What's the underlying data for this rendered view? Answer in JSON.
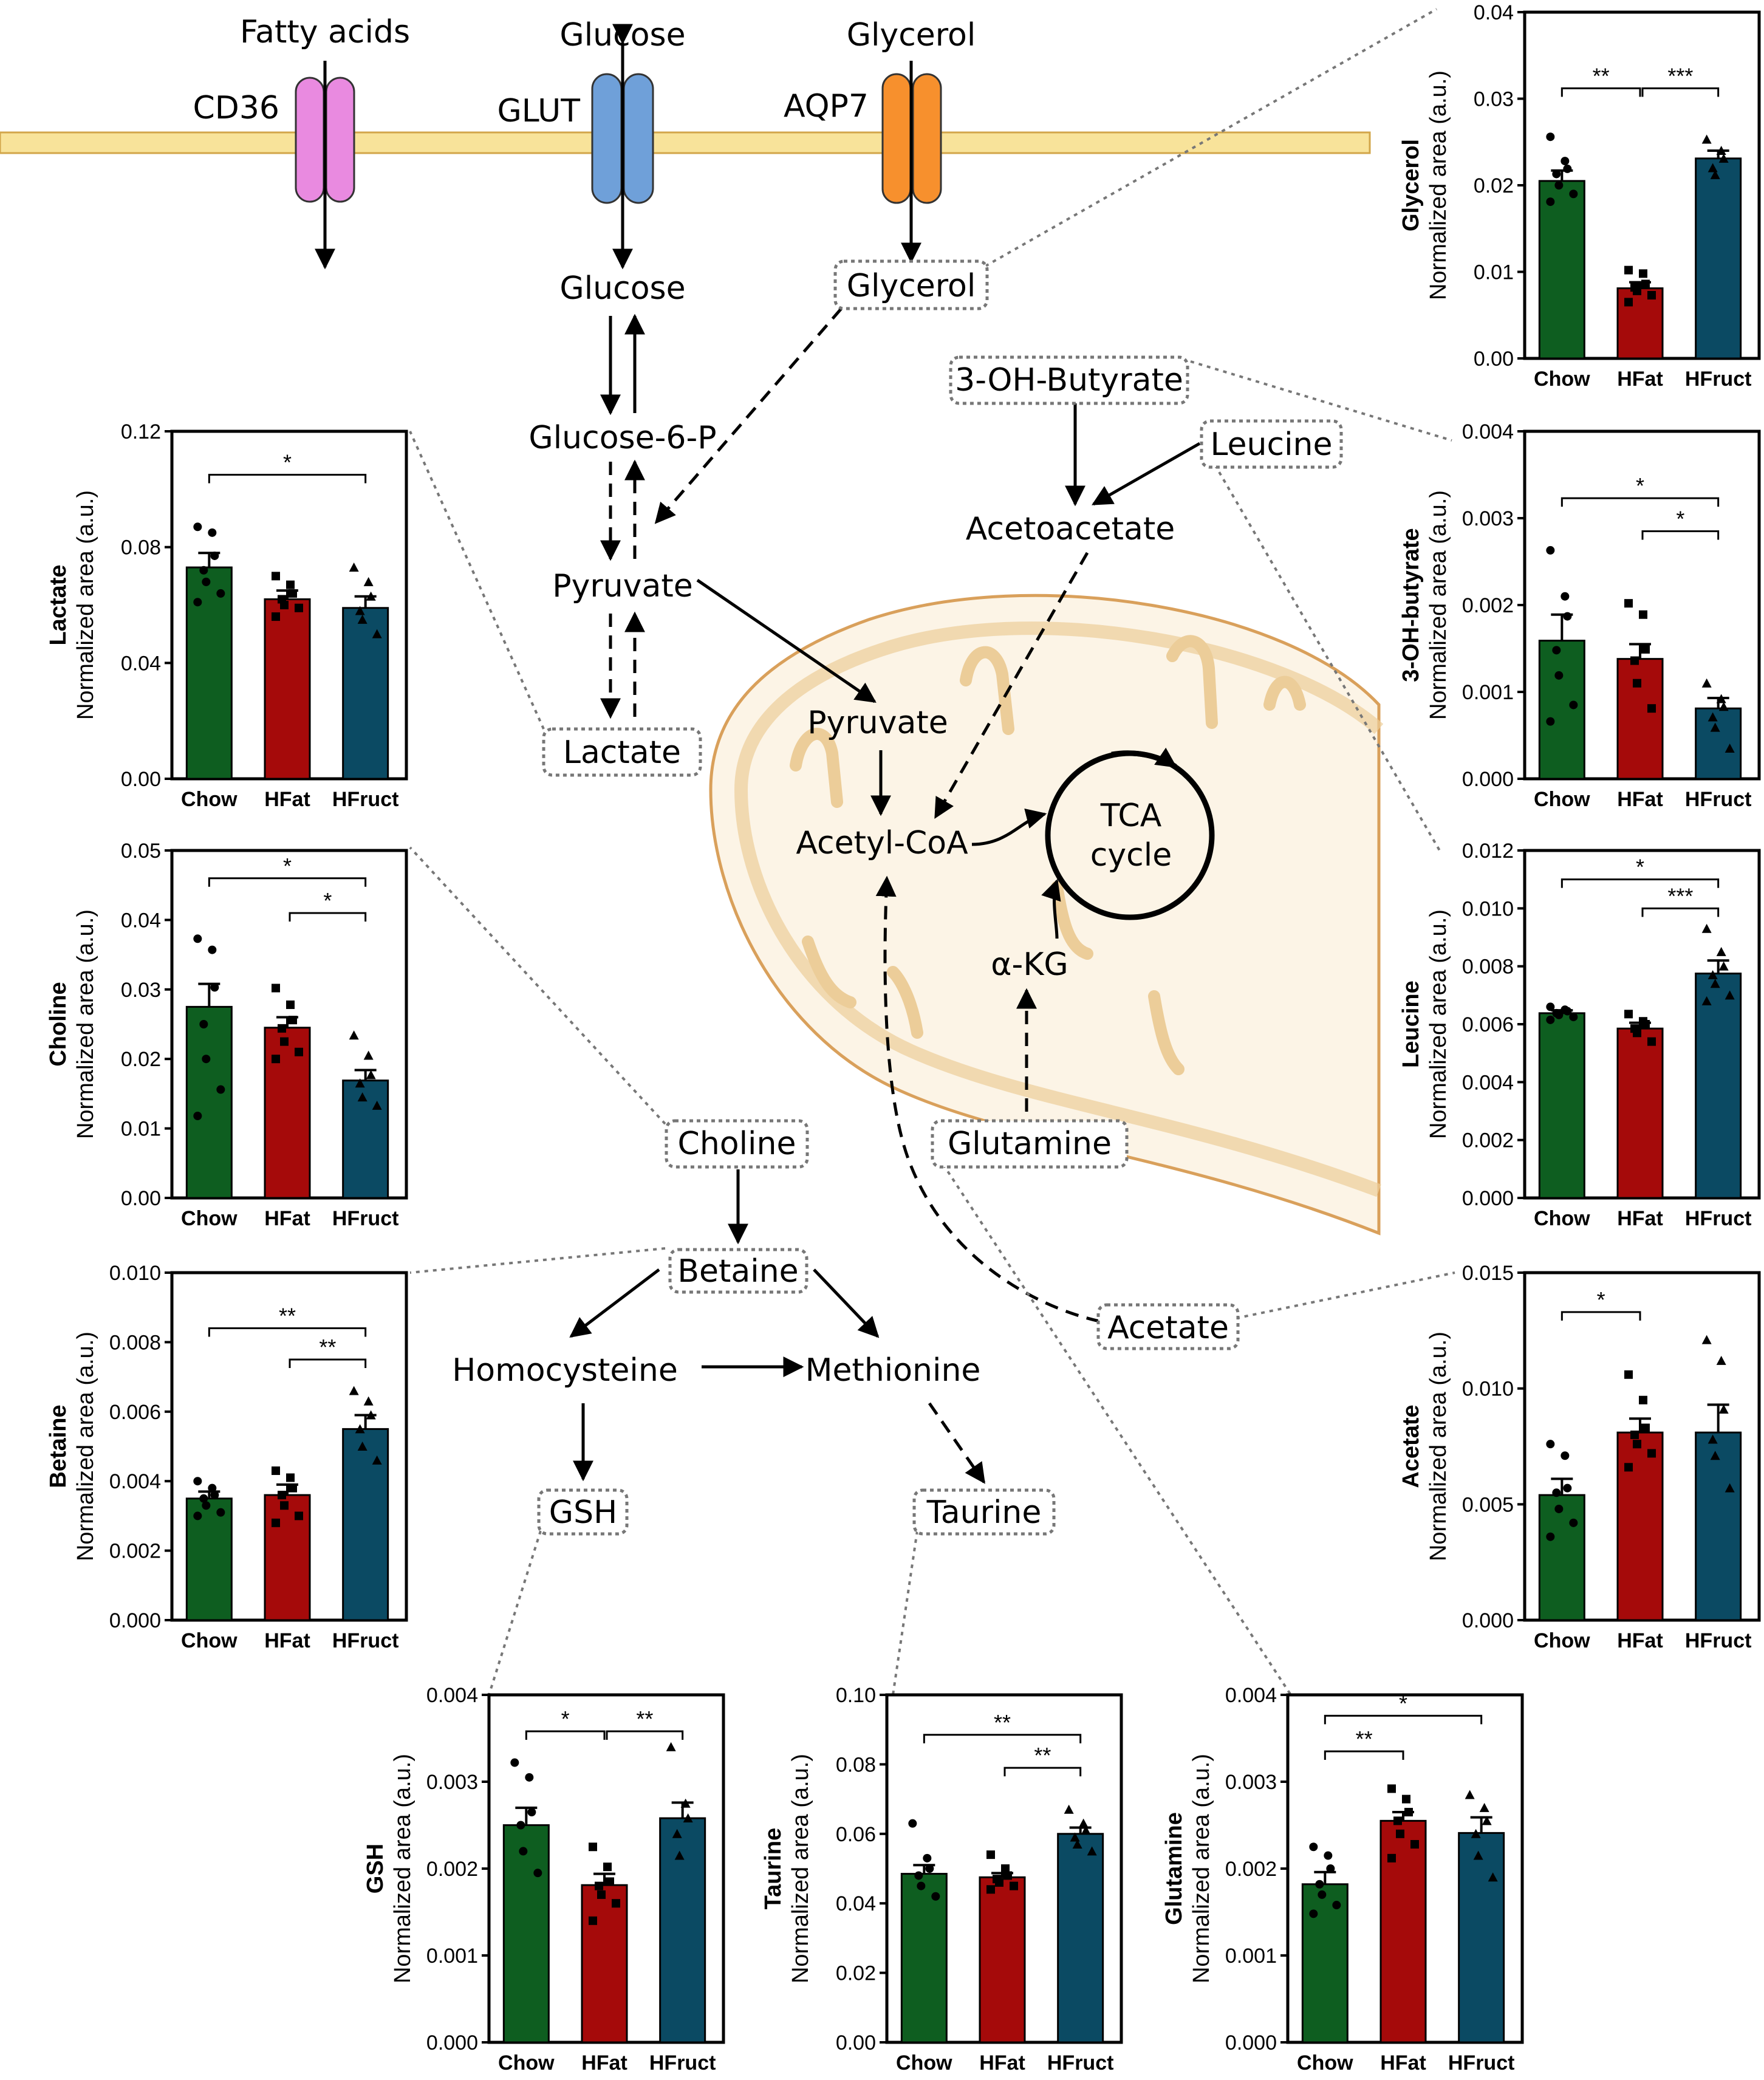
{
  "colors": {
    "chow": "#0e5e20",
    "hfat": "#a50a0a",
    "hfruct": "#0b4a63",
    "membrane": "#f8e39a",
    "cd36": "#e98ae0",
    "glut": "#6fa0d9",
    "aqp7": "#f7902d",
    "mito_fill": "#fcf4e6",
    "mito_edge": "#d9a05b",
    "mito_inner": "#f4d9ab"
  },
  "pathway": {
    "fatty_acids": "Fatty acids",
    "glucose_out": "Glucose",
    "glycerol_out": "Glycerol",
    "cd36": "CD36",
    "glut": "GLUT",
    "aqp7": "AQP7",
    "glucose_in": "Glucose",
    "glycerol_in": "Glycerol",
    "g6p": "Glucose-6-P",
    "pyruvate": "Pyruvate",
    "lactate": "Lactate",
    "ohbutyrate": "3-OH-Butyrate",
    "leucine": "Leucine",
    "acetoacetate": "Acetoacetate",
    "pyruvate_mito": "Pyruvate",
    "acetyl_coa": "Acetyl-CoA",
    "tca_1": "TCA",
    "tca_2": "cycle",
    "akg": "α-KG",
    "glutamine": "Glutamine",
    "choline": "Choline",
    "betaine": "Betaine",
    "homocysteine": "Homocysteine",
    "methionine": "Methionine",
    "acetate": "Acetate",
    "gsh": "GSH",
    "taurine": "Taurine"
  },
  "chart_data": [
    {
      "id": "glycerol",
      "type": "bar",
      "ylabel_bold": "Glycerol",
      "ylabel": "Normalized area (a.u.)",
      "categories": [
        "Chow",
        "HFat",
        "HFruct"
      ],
      "ylim": [
        0,
        0.04
      ],
      "ticks": [
        "0.00",
        "0.01",
        "0.02",
        "0.03",
        "0.04"
      ],
      "values": [
        0.0205,
        0.0081,
        0.0231
      ],
      "errors": [
        0.0012,
        0.0007,
        0.0009
      ],
      "points": [
        [
          0.0256,
          0.0228,
          0.0219,
          0.0213,
          0.02,
          0.019,
          0.0181
        ],
        [
          0.0102,
          0.0098,
          0.0086,
          0.0082,
          0.0078,
          0.0073,
          0.0065
        ],
        [
          0.0253,
          0.024,
          0.0231,
          0.022,
          0.0212
        ]
      ],
      "sig": [
        {
          "a": 0,
          "b": 1,
          "label": "**",
          "level": 0.0312
        },
        {
          "a": 1,
          "b": 2,
          "label": "***",
          "level": 0.0312
        }
      ]
    },
    {
      "id": "lactate",
      "type": "bar",
      "ylabel_bold": "Lactate",
      "ylabel": "Normalized area (a.u.)",
      "categories": [
        "Chow",
        "HFat",
        "HFruct"
      ],
      "ylim": [
        0,
        0.12
      ],
      "ticks": [
        "0.00",
        "0.04",
        "0.08",
        "0.12"
      ],
      "values": [
        0.073,
        0.062,
        0.059
      ],
      "errors": [
        0.005,
        0.003,
        0.004
      ],
      "points": [
        [
          0.087,
          0.085,
          0.077,
          0.072,
          0.068,
          0.064,
          0.061
        ],
        [
          0.07,
          0.067,
          0.064,
          0.062,
          0.06,
          0.059,
          0.056
        ],
        [
          0.073,
          0.068,
          0.063,
          0.058,
          0.055,
          0.05
        ]
      ],
      "sig": [
        {
          "a": 0,
          "b": 2,
          "label": "*",
          "level": 0.105
        }
      ]
    },
    {
      "id": "ohbutyrate",
      "type": "bar",
      "ylabel_bold": "3-OH-butyrate",
      "ylabel": "Normalized area (a.u.)",
      "categories": [
        "Chow",
        "HFat",
        "HFruct"
      ],
      "ylim": [
        0,
        0.004
      ],
      "ticks": [
        "0.000",
        "0.001",
        "0.002",
        "0.003",
        "0.004"
      ],
      "values": [
        0.00159,
        0.00138,
        0.00081
      ],
      "errors": [
        0.0003,
        0.00017,
        0.00012
      ],
      "points": [
        [
          0.00263,
          0.0021,
          0.00187,
          0.00148,
          0.00119,
          0.00085,
          0.00066
        ],
        [
          0.00202,
          0.00189,
          0.00149,
          0.00136,
          0.0011,
          0.00081
        ],
        [
          0.0011,
          0.00092,
          0.00083,
          0.00071,
          0.00059,
          0.00035
        ]
      ],
      "sig": [
        {
          "a": 0,
          "b": 2,
          "label": "*",
          "level": 0.00323
        },
        {
          "a": 1,
          "b": 2,
          "label": "*",
          "level": 0.00285
        }
      ]
    },
    {
      "id": "choline",
      "type": "bar",
      "ylabel_bold": "Choline",
      "ylabel": "Normalized area (a.u.)",
      "categories": [
        "Chow",
        "HFat",
        "HFruct"
      ],
      "ylim": [
        0,
        0.05
      ],
      "ticks": [
        "0.00",
        "0.01",
        "0.02",
        "0.03",
        "0.04",
        "0.05"
      ],
      "values": [
        0.0275,
        0.0245,
        0.0169
      ],
      "errors": [
        0.0033,
        0.0015,
        0.0015
      ],
      "points": [
        [
          0.0373,
          0.0357,
          0.0303,
          0.025,
          0.02,
          0.0156,
          0.0118
        ],
        [
          0.0302,
          0.0278,
          0.0256,
          0.0244,
          0.0225,
          0.021,
          0.02
        ],
        [
          0.0234,
          0.0205,
          0.0177,
          0.0165,
          0.0145,
          0.0133
        ]
      ],
      "sig": [
        {
          "a": 0,
          "b": 2,
          "label": "*",
          "level": 0.046
        },
        {
          "a": 1,
          "b": 2,
          "label": "*",
          "level": 0.041
        }
      ]
    },
    {
      "id": "leucine",
      "type": "bar",
      "ylabel_bold": "Leucine",
      "ylabel": "Normalized area (a.u.)",
      "categories": [
        "Chow",
        "HFat",
        "HFruct"
      ],
      "ylim": [
        0,
        0.012
      ],
      "ticks": [
        "0.000",
        "0.002",
        "0.004",
        "0.006",
        "0.008",
        "0.010",
        "0.012"
      ],
      "values": [
        0.00638,
        0.00585,
        0.00775
      ],
      "errors": [
        0.0001,
        0.0002,
        0.00045
      ],
      "points": [
        [
          0.0066,
          0.0065,
          0.00645,
          0.00638,
          0.00632,
          0.00625,
          0.00615
        ],
        [
          0.00635,
          0.0061,
          0.006,
          0.00585,
          0.0057,
          0.0054
        ],
        [
          0.0093,
          0.0085,
          0.008,
          0.0077,
          0.0074,
          0.007,
          0.0068
        ]
      ],
      "sig": [
        {
          "a": 0,
          "b": 2,
          "label": "*",
          "level": 0.011
        },
        {
          "a": 1,
          "b": 2,
          "label": "***",
          "level": 0.01
        }
      ]
    },
    {
      "id": "betaine",
      "type": "bar",
      "ylabel_bold": "Betaine",
      "ylabel": "Normalized area (a.u.)",
      "categories": [
        "Chow",
        "HFat",
        "HFruct"
      ],
      "ylim": [
        0,
        0.01
      ],
      "ticks": [
        "0.000",
        "0.002",
        "0.004",
        "0.006",
        "0.008",
        "0.010"
      ],
      "values": [
        0.0035,
        0.0036,
        0.0055
      ],
      "errors": [
        0.0002,
        0.0003,
        0.0004
      ],
      "points": [
        [
          0.004,
          0.0038,
          0.0036,
          0.0035,
          0.0033,
          0.0031,
          0.003
        ],
        [
          0.0043,
          0.0041,
          0.0038,
          0.0036,
          0.0033,
          0.003,
          0.0028
        ],
        [
          0.0066,
          0.0063,
          0.0059,
          0.0055,
          0.005,
          0.0046
        ]
      ],
      "sig": [
        {
          "a": 0,
          "b": 2,
          "label": "**",
          "level": 0.0084
        },
        {
          "a": 1,
          "b": 2,
          "label": "**",
          "level": 0.0075
        }
      ]
    },
    {
      "id": "acetate",
      "type": "bar",
      "ylabel_bold": "Acetate",
      "ylabel": "Normalized area (a.u.)",
      "categories": [
        "Chow",
        "HFat",
        "HFruct"
      ],
      "ylim": [
        0,
        0.015
      ],
      "ticks": [
        "0.000",
        "0.005",
        "0.010",
        "0.015"
      ],
      "values": [
        0.0054,
        0.0081,
        0.0081
      ],
      "errors": [
        0.0007,
        0.0006,
        0.0012
      ],
      "points": [
        [
          0.0076,
          0.0071,
          0.0057,
          0.0055,
          0.0048,
          0.0042,
          0.0036
        ],
        [
          0.0106,
          0.0095,
          0.0083,
          0.008,
          0.0076,
          0.0072,
          0.0066
        ],
        [
          0.0121,
          0.0112,
          0.0091,
          0.0078,
          0.0071,
          0.0057
        ]
      ],
      "sig": [
        {
          "a": 0,
          "b": 1,
          "label": "*",
          "level": 0.0133
        }
      ]
    },
    {
      "id": "gsh",
      "type": "bar",
      "ylabel_bold": "GSH",
      "ylabel": "Normalized area (a.u.)",
      "categories": [
        "Chow",
        "HFat",
        "HFruct"
      ],
      "ylim": [
        0,
        0.004
      ],
      "ticks": [
        "0.000",
        "0.001",
        "0.002",
        "0.003",
        "0.004"
      ],
      "values": [
        0.0025,
        0.00181,
        0.00258
      ],
      "errors": [
        0.0002,
        0.00013,
        0.00018
      ],
      "points": [
        [
          0.00322,
          0.00305,
          0.00265,
          0.0025,
          0.0022,
          0.00195
        ],
        [
          0.00225,
          0.00202,
          0.00185,
          0.0018,
          0.0017,
          0.0016,
          0.0014
        ],
        [
          0.0034,
          0.00275,
          0.00258,
          0.0024,
          0.00215
        ]
      ],
      "sig": [
        {
          "a": 0,
          "b": 1,
          "label": "*",
          "level": 0.00358
        },
        {
          "a": 1,
          "b": 2,
          "label": "**",
          "level": 0.00358
        }
      ]
    },
    {
      "id": "taurine",
      "type": "bar",
      "ylabel_bold": "Taurine",
      "ylabel": "Normalized area (a.u.)",
      "categories": [
        "Chow",
        "HFat",
        "HFruct"
      ],
      "ylim": [
        0,
        0.1
      ],
      "ticks": [
        "0.00",
        "0.02",
        "0.04",
        "0.06",
        "0.08",
        "0.10"
      ],
      "values": [
        0.0485,
        0.0475,
        0.06
      ],
      "errors": [
        0.0025,
        0.0012,
        0.0018
      ],
      "points": [
        [
          0.063,
          0.053,
          0.05,
          0.048,
          0.045,
          0.042
        ],
        [
          0.054,
          0.05,
          0.048,
          0.047,
          0.046,
          0.045,
          0.044
        ],
        [
          0.067,
          0.063,
          0.061,
          0.059,
          0.057,
          0.055
        ]
      ],
      "sig": [
        {
          "a": 0,
          "b": 2,
          "label": "**",
          "level": 0.0885
        },
        {
          "a": 1,
          "b": 2,
          "label": "**",
          "level": 0.079
        }
      ]
    },
    {
      "id": "glutamine",
      "type": "bar",
      "ylabel_bold": "Glutamine",
      "ylabel": "Normalized area (a.u.)",
      "categories": [
        "Chow",
        "HFat",
        "HFruct"
      ],
      "ylim": [
        0,
        0.004
      ],
      "ticks": [
        "0.000",
        "0.001",
        "0.002",
        "0.003",
        "0.004"
      ],
      "values": [
        0.00182,
        0.00255,
        0.00241
      ],
      "errors": [
        0.00014,
        0.0001,
        0.00018
      ],
      "points": [
        [
          0.00225,
          0.00215,
          0.002,
          0.00182,
          0.0017,
          0.00158,
          0.00148
        ],
        [
          0.00292,
          0.0028,
          0.00265,
          0.00255,
          0.0024,
          0.00228,
          0.00212
        ],
        [
          0.00285,
          0.0027,
          0.00255,
          0.0024,
          0.00215,
          0.0019
        ]
      ],
      "sig": [
        {
          "a": 0,
          "b": 2,
          "label": "*",
          "level": 0.00376
        },
        {
          "a": 0,
          "b": 1,
          "label": "**",
          "level": 0.00335
        }
      ]
    }
  ]
}
